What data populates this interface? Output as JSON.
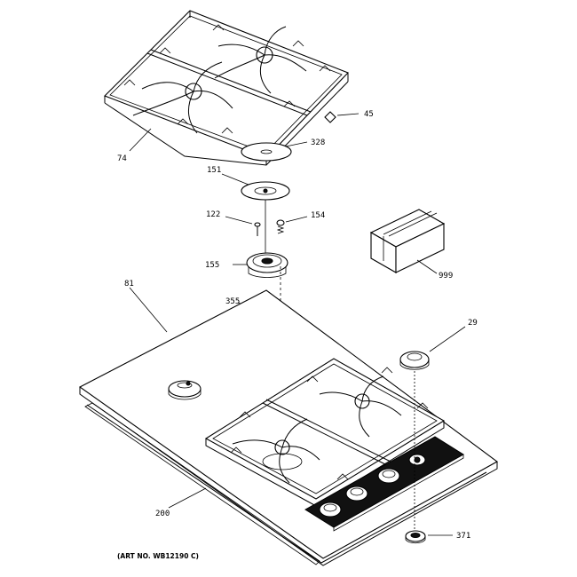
{
  "labels": {
    "grate_top": "74",
    "cap_small": "45",
    "cap_328": "328",
    "cap_151": "151",
    "screw_122": "122",
    "spring_154": "154",
    "burner_155": "155",
    "spacer_355": "355",
    "cooktop_81": "81",
    "box_999": "999",
    "knob_29": "29",
    "seal_200": "200",
    "bezel_371": "371"
  },
  "art_number": "(ART NO. WB12190 C)"
}
